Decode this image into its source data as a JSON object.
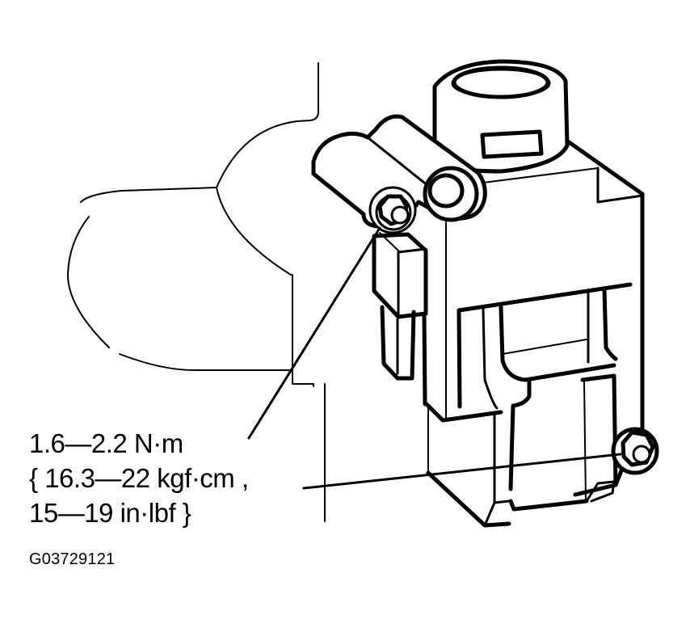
{
  "figure": {
    "id": "G03729121",
    "subject": "component bracket with two mounting bolts",
    "colors": {
      "line": "#000000",
      "background": "#ffffff"
    }
  },
  "torque_spec": {
    "line1": "1.6—2.2 N·m",
    "line2": "{ 16.3—22 kgf·cm ,",
    "line3": "15—19 in·lbf }",
    "min_nm": 1.6,
    "max_nm": 2.2,
    "min_kgfcm": 16.3,
    "max_kgfcm": 22,
    "min_inlbf": 15,
    "max_inlbf": 19
  },
  "callouts": [
    {
      "target": "upper-left-bolt",
      "label_ref": "torque_spec"
    },
    {
      "target": "lower-right-bolt",
      "label_ref": "torque_spec"
    }
  ]
}
